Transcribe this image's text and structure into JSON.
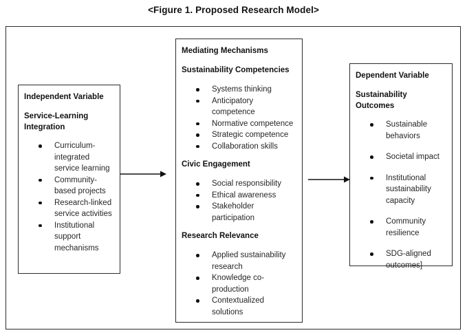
{
  "title": "<Figure 1. Proposed Research Model>",
  "colors": {
    "background": "#ffffff",
    "border": "#2a2a2a",
    "heading_text": "#111111",
    "body_text": "#262626"
  },
  "boxes": {
    "independent": {
      "label": "Independent Variable",
      "construct": "Service-Learning Integration",
      "items": [
        "Curriculum-integrated service learning",
        "Community-based projects",
        "Research-linked service activities",
        "Institutional support mechanisms"
      ]
    },
    "mediating": {
      "label": "Mediating Mechanisms",
      "sections": [
        {
          "heading": "Sustainability Competencies",
          "items": [
            "Systems thinking",
            "Anticipatory competence",
            "Normative competence",
            "Strategic competence",
            "Collaboration skills"
          ]
        },
        {
          "heading": "Civic Engagement",
          "items": [
            "Social responsibility",
            "Ethical awareness",
            "Stakeholder participation"
          ]
        },
        {
          "heading": "Research Relevance",
          "items": [
            "Applied sustainability research",
            "Knowledge co-production",
            "Contextualized solutions"
          ]
        }
      ]
    },
    "dependent": {
      "label": "Dependent Variable",
      "construct": "Sustainability Outcomes",
      "items": [
        "Sustainable behaviors",
        "Societal impact",
        "Institutional sustainability capacity",
        "Community resilience",
        "SDG-aligned outcomes]"
      ]
    }
  },
  "arrows": [
    {
      "name": "independent-to-mediating"
    },
    {
      "name": "mediating-to-dependent"
    }
  ]
}
